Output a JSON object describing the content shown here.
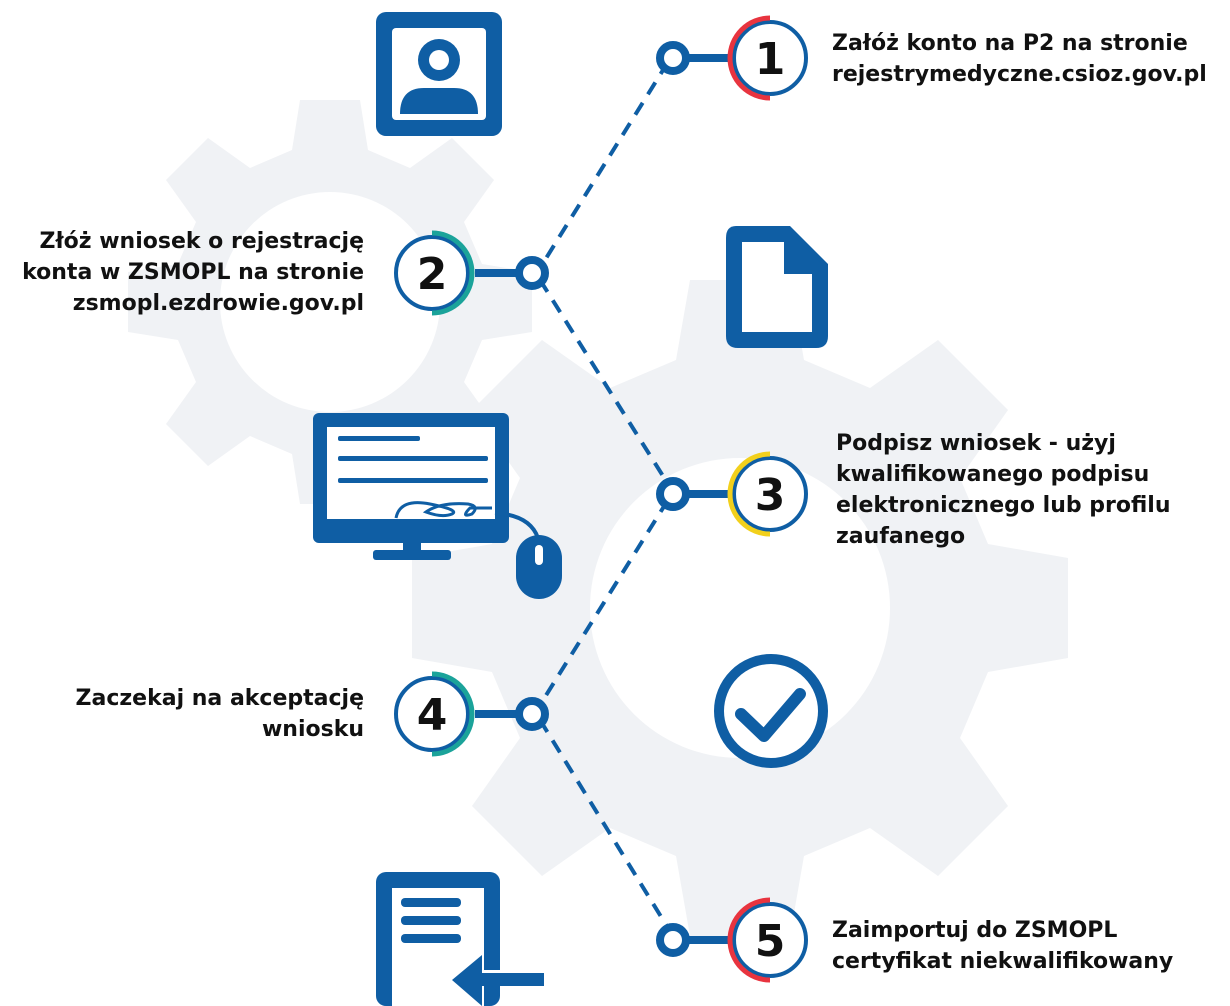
{
  "steps": [
    {
      "number": "1",
      "lines": [
        "Załóż konto na P2 na stronie",
        "rejestrymedyczne.csioz.gov.pl"
      ],
      "accent": "#e8343f"
    },
    {
      "number": "2",
      "lines": [
        "Złóż wniosek o rejestrację",
        "konta w ZSMOPL na stronie",
        "zsmopl.ezdrowie.gov.pl"
      ],
      "accent": "#1ba39a"
    },
    {
      "number": "3",
      "lines": [
        "Podpisz wniosek - użyj",
        "kwalifikowanego podpisu",
        "elektronicznego lub profilu",
        "zaufanego"
      ],
      "accent": "#f2d01c"
    },
    {
      "number": "4",
      "lines": [
        "Zaczekaj na akceptację",
        "wniosku"
      ],
      "accent": "#1ba39a"
    },
    {
      "number": "5",
      "lines": [
        "Zaimportuj do ZSMOPL",
        "certyfikat niekwalifikowany"
      ],
      "accent": "#e8343f"
    }
  ],
  "colors": {
    "primary": "#0f5ea4",
    "background_pattern": "#eef1f5"
  },
  "icons": [
    "user-profile-icon",
    "document-icon",
    "computer-signature-icon",
    "checkmark-circle-icon",
    "import-document-icon"
  ]
}
